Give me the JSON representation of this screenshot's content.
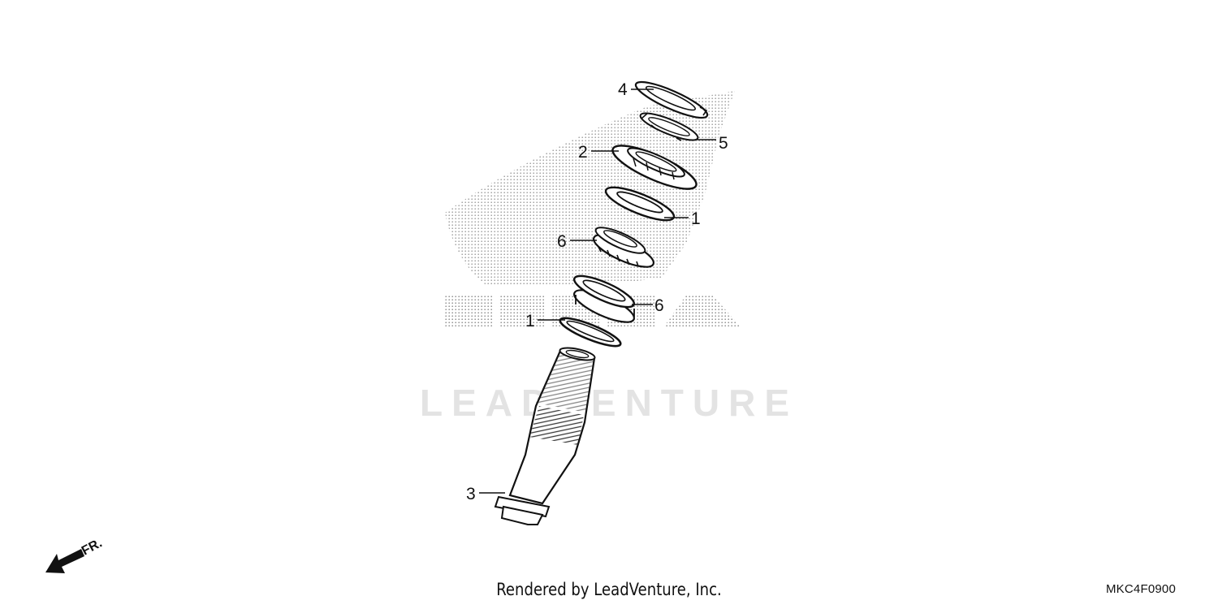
{
  "diagram": {
    "callouts": [
      {
        "id": "4",
        "label": "4"
      },
      {
        "id": "5",
        "label": "5"
      },
      {
        "id": "2",
        "label": "2"
      },
      {
        "id": "1a",
        "label": "1"
      },
      {
        "id": "6a",
        "label": "6"
      },
      {
        "id": "6b",
        "label": "6"
      },
      {
        "id": "1b",
        "label": "1"
      },
      {
        "id": "3",
        "label": "3"
      }
    ],
    "watermark_text": "LEADVENTURE",
    "direction_label": "FR."
  },
  "footer": {
    "credit": "Rendered by LeadVenture, Inc.",
    "diagram_code": "MKC4F0900"
  },
  "colors": {
    "ink": "#111111",
    "stipple": "#9a9a9a",
    "watermark": "#e4e4e4"
  }
}
